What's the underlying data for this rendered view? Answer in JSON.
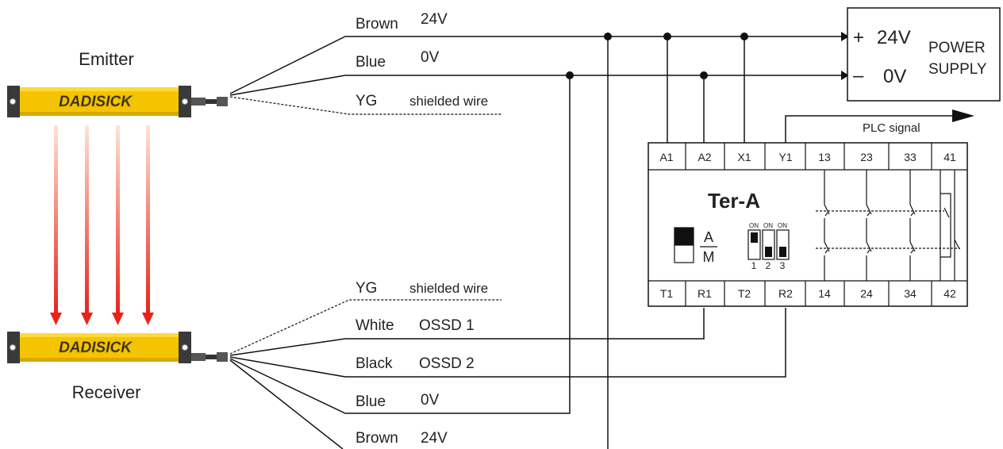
{
  "sensors": {
    "emitter_label": "Emitter",
    "receiver_label": "Receiver",
    "brand": "DADISICK",
    "bar_color": "#f5c400"
  },
  "emitter_wires": [
    {
      "color": "Brown",
      "signal": "24V"
    },
    {
      "color": "Blue",
      "signal": "0V"
    },
    {
      "color": "YG",
      "signal": "shielded wire"
    }
  ],
  "receiver_wires": [
    {
      "color": "YG",
      "signal": "shielded wire"
    },
    {
      "color": "White",
      "signal": "OSSD 1"
    },
    {
      "color": "Black",
      "signal": "OSSD 2"
    },
    {
      "color": "Blue",
      "signal": "0V"
    },
    {
      "color": "Brown",
      "signal": "24V"
    }
  ],
  "power_supply": {
    "plus": "+",
    "plus_voltage": "24V",
    "minus": "–",
    "minus_voltage": "0V",
    "title_line1": "POWER",
    "title_line2": "SUPPLY"
  },
  "controller": {
    "name": "Ter-A",
    "plc_signal": "PLC signal",
    "top_terminals": [
      "A1",
      "A2",
      "X1",
      "Y1",
      "13",
      "23",
      "33",
      "41"
    ],
    "bottom_terminals": [
      "T1",
      "R1",
      "T2",
      "R2",
      "14",
      "24",
      "34",
      "42"
    ],
    "mode_a": "A",
    "mode_m": "M",
    "dip_on": [
      "ON",
      "ON",
      "ON"
    ],
    "dip_numbers": [
      "1",
      "2",
      "3"
    ]
  },
  "colors": {
    "beam_top": "#fde3d6",
    "beam_bottom": "#e8231a",
    "beam_arrow": "#e8231a"
  }
}
